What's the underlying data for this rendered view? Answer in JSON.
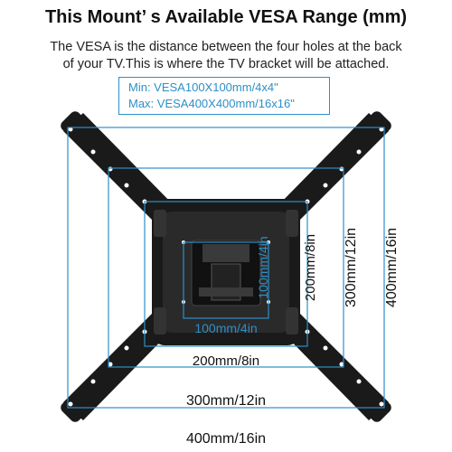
{
  "title": "This Mount’ s Available VESA Range (mm)",
  "description_line1": "The VESA is the distance between the four holes at the back",
  "description_line2": "of your TV.This is where the TV bracket will be attached.",
  "range": {
    "min": "Min: VESA100X100mm/4x4\"",
    "max": "Max: VESA400X400mm/16x16\""
  },
  "dimensions": {
    "h100": "100mm/4in",
    "h200": "200mm/8in",
    "h300": "300mm/12in",
    "h400": "400mm/16in",
    "v100": "100mm/4in",
    "v200": "200mm/8in",
    "v300": "300mm/12in",
    "v400": "400mm/16in"
  },
  "colors": {
    "accent": "#2e8fc7",
    "bracket": "#1a1a1a"
  }
}
